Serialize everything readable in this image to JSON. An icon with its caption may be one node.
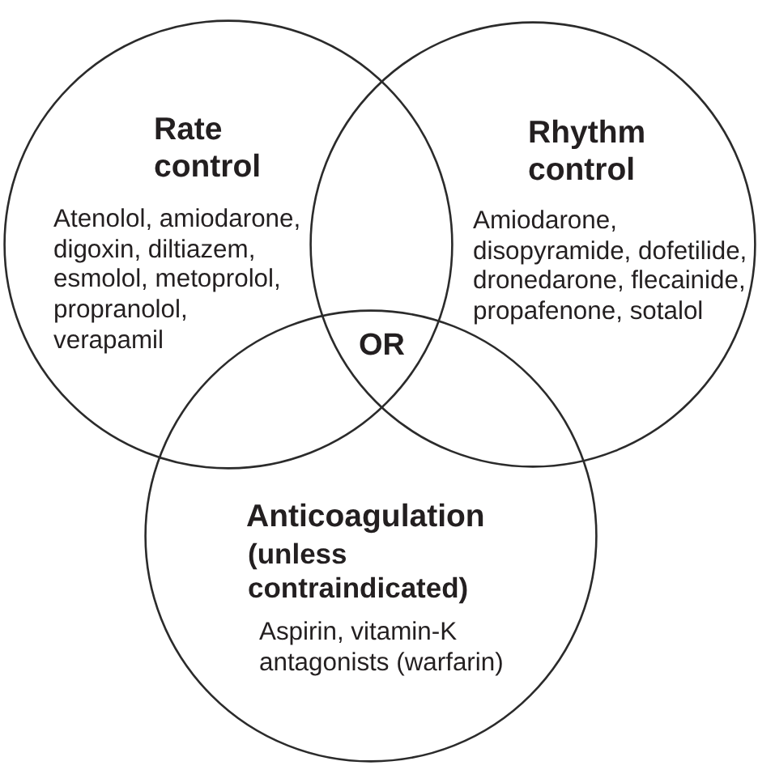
{
  "diagram": {
    "nodes": [
      {
        "text": [
          "Rate control",
          "Atenolol, amiodarone, digoxin, diltiazem, esmolol, metoprolol, propranolol, verapamil"
        ]
      },
      {
        "text": [
          "Rhythm control",
          "Amiodarone, disopyramide, dofetilide, dronedarone, flecainide, propafenone, sotalol"
        ]
      },
      {
        "text": [
          "Anticoagulation",
          "(unless contraindicated)",
          "Aspirin, vitamin-K antagonists (warfarin)"
        ]
      }
    ],
    "labels": [
      "OR"
    ]
  }
}
